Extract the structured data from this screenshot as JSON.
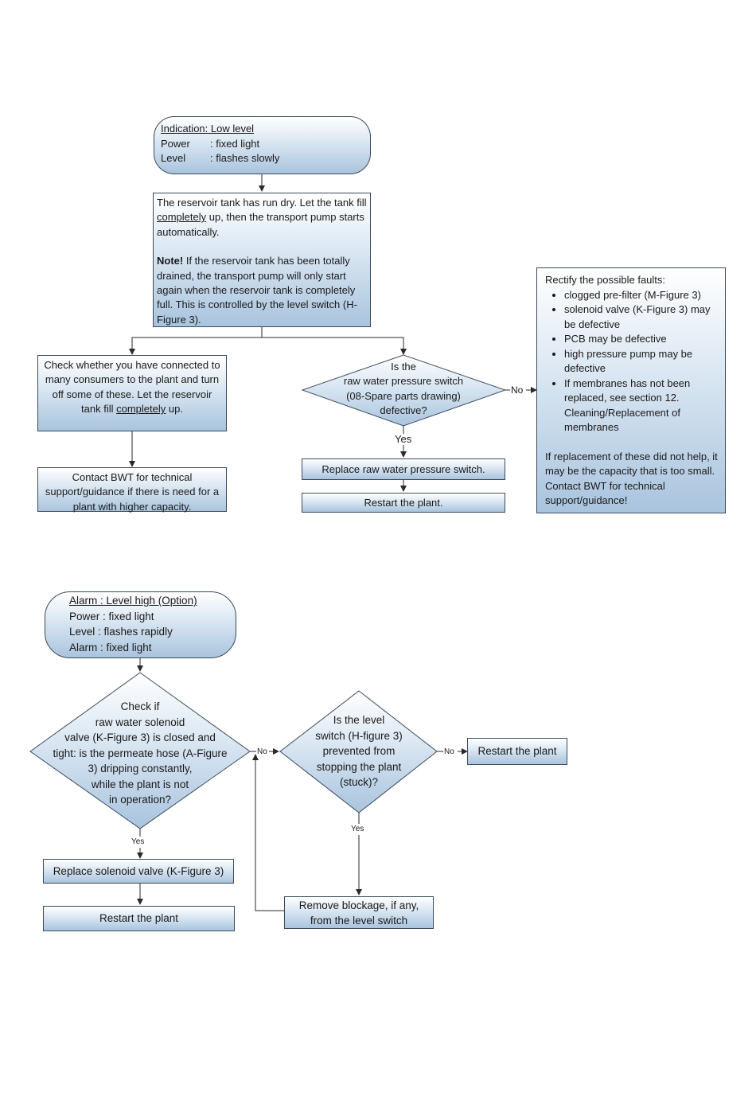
{
  "low_level": {
    "indication": {
      "title": "Indication: Low level",
      "rows": [
        {
          "key": "Power",
          "value": ": fixed light"
        },
        {
          "key": "Level",
          "value": ": flashes slowly"
        }
      ]
    },
    "reservoir_box": {
      "p1_a": "The reservoir tank has run dry. Let the tank fill ",
      "p1_u": "completely",
      "p1_b": " up, then the transport pump starts automatically.",
      "note_label": "Note!",
      "note_text": " If the reservoir tank has been totally drained, the transport pump will only start again when the reservoir tank is completely full. This is controlled by the level switch (H-Figure 3)."
    },
    "consumers_box": {
      "text_a": "Check whether you have connected to many consumers to the plant and turn off some of these. Let the reservoir tank fill ",
      "text_u": "completely",
      "text_b": " up."
    },
    "contact_box": "Contact BWT for technical support/guidance if there is need for a plant with higher capacity.",
    "decision": {
      "lines": [
        "Is the",
        "raw water pressure switch",
        "(08-Spare parts drawing)",
        "defective?"
      ],
      "no_label": "No",
      "yes_label": "Yes"
    },
    "replace_switch": "Replace raw water pressure switch.",
    "restart": "Restart the plant.",
    "faults_box": {
      "intro": "Rectify the possible faults:",
      "items": [
        "clogged pre-filter (M-Figure 3)",
        "solenoid valve (K-Figure 3) may be defective",
        "PCB may be defective",
        "high pressure pump may be defective",
        "If membranes has not been replaced, see section 12. Cleaning/Replacement of membranes"
      ],
      "outro": "If replacement of these did not help, it may be the capacity that is too small. Contact BWT for technical support/guidance!"
    }
  },
  "high_level": {
    "alarm": {
      "title": "Alarm  : Level high (Option)",
      "rows": [
        "Power : fixed light",
        "Level   : flashes rapidly",
        "Alarm  : fixed light"
      ]
    },
    "decision1": {
      "lines": [
        "Check if",
        "raw water solenoid",
        "valve (K-Figure 3) is closed and",
        "tight: is the permeate hose (A-Figure",
        "3) dripping constantly,",
        "while the plant is not",
        "in operation?"
      ],
      "no_label": "No",
      "yes_label": "Yes"
    },
    "decision2": {
      "lines": [
        "Is the level",
        "switch (H-figure 3)",
        "prevented from",
        "stopping the plant",
        "(stuck)?"
      ],
      "no_label": "No",
      "yes_label": "Yes"
    },
    "restart_right": "Restart the plant",
    "replace_solenoid": "Replace solenoid valve (K-Figure 3)",
    "restart_bottom": "Restart the plant",
    "remove_blockage": "Remove blockage, if any, from the level switch"
  }
}
